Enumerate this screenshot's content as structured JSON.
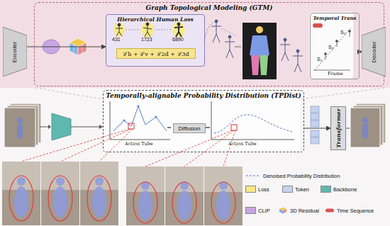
{
  "diagram": {
    "nodes": [
      {
        "text": [
          "Graph Topological Modeling (GTM)"
        ]
      },
      {
        "text": [
          "Encoder"
        ]
      },
      {
        "text": [
          "Hierarchical Human Loss"
        ],
        "in": 0
      },
      {
        "text": [
          "ℒh + ℒv + ℒ2d + ℒ3d"
        ],
        "in": 2
      },
      {
        "text": [
          "Temporal Trans"
        ],
        "in": 0
      },
      {
        "text": [
          "Decoder"
        ]
      },
      {
        "text": [
          "Temporally-alignable Probability Distribution (TPDist)"
        ]
      },
      {
        "text": [
          "Diffusion"
        ],
        "in": 6
      },
      {
        "text": [
          "Transformer"
        ]
      }
    ],
    "edges": [
      {
        "from": 1,
        "to": 2,
        "arrow": "to"
      },
      {
        "from": 4,
        "to": 5,
        "arrow": "to"
      },
      {
        "from": 6,
        "to": 8,
        "arrow": "to"
      }
    ],
    "labels": [
      "431",
      "1723",
      "6890",
      "S₁",
      "S₂",
      "Sₙ",
      "Frame",
      "Action Tube",
      "Action Tube"
    ],
    "legend": [
      {
        "text": "Denoised Probability Distribution"
      },
      {
        "text": "Loss",
        "color": "#f7e58c"
      },
      {
        "text": "Token",
        "color": "#c5d3ee"
      },
      {
        "text": "Backbone",
        "color": "#5fb8ad"
      },
      {
        "text": "CLIP",
        "color": "#c8a6e2"
      },
      {
        "text": "3D Residual"
      },
      {
        "text": "Time Sequence"
      }
    ]
  }
}
